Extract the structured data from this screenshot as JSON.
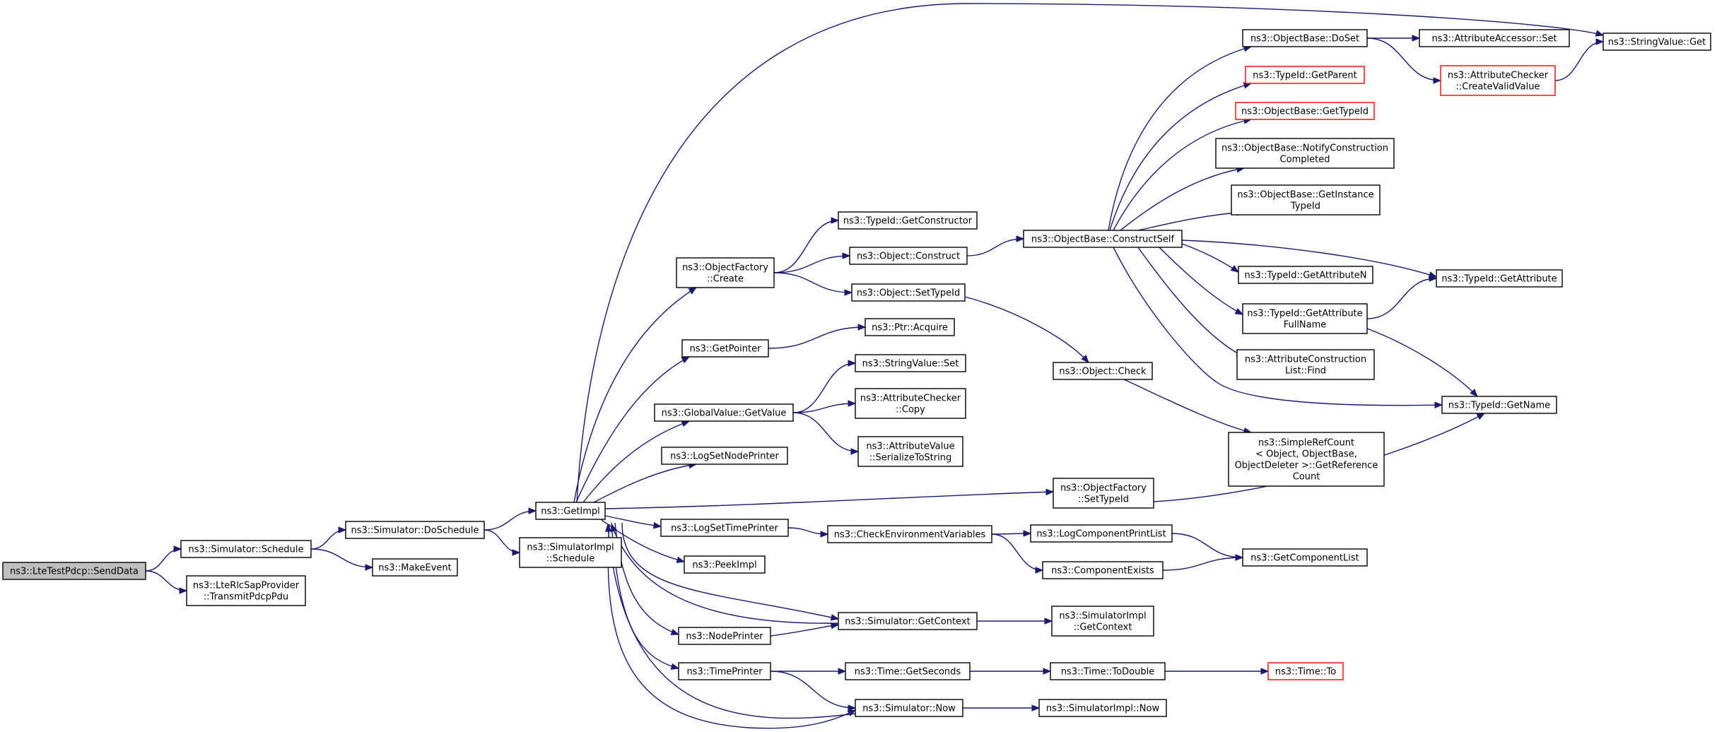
{
  "colors": {
    "edge": "#191970",
    "node_border": "#000000",
    "undocumented_border": "#ff0000",
    "root_fill": "#bfbfbf"
  },
  "nodes": {
    "sendData": {
      "lines": [
        "ns3::LteTestPdcp::SendData"
      ]
    },
    "schedule": {
      "lines": [
        "ns3::Simulator::Schedule"
      ]
    },
    "transmitPdcpPdu": {
      "lines": [
        "ns3::LteRlcSapProvider",
        "::TransmitPdcpPdu"
      ]
    },
    "doSchedule": {
      "lines": [
        "ns3::Simulator::DoSchedule"
      ]
    },
    "makeEvent": {
      "lines": [
        "ns3::MakeEvent"
      ]
    },
    "getImpl": {
      "lines": [
        "ns3::GetImpl"
      ]
    },
    "simImplSchedule": {
      "lines": [
        "ns3::SimulatorImpl",
        "::Schedule"
      ]
    },
    "stringValueGet": {
      "lines": [
        "ns3::StringValue::Get"
      ]
    },
    "objectFactoryCreate": {
      "lines": [
        "ns3::ObjectFactory",
        "::Create"
      ]
    },
    "getPointer": {
      "lines": [
        "ns3::GetPointer"
      ]
    },
    "globalValueGetValue": {
      "lines": [
        "ns3::GlobalValue::GetValue"
      ]
    },
    "logSetNodePrinter": {
      "lines": [
        "ns3::LogSetNodePrinter"
      ]
    },
    "objectFactorySetTypeId": {
      "lines": [
        "ns3::ObjectFactory",
        "::SetTypeId"
      ]
    },
    "logSetTimePrinter": {
      "lines": [
        "ns3::LogSetTimePrinter"
      ]
    },
    "peekImpl": {
      "lines": [
        "ns3::PeekImpl"
      ]
    },
    "simGetContext": {
      "lines": [
        "ns3::Simulator::GetContext"
      ]
    },
    "nodePrinter": {
      "lines": [
        "ns3::NodePrinter"
      ]
    },
    "timePrinter": {
      "lines": [
        "ns3::TimePrinter"
      ]
    },
    "simNow": {
      "lines": [
        "ns3::Simulator::Now"
      ]
    },
    "typeIdGetConstructor": {
      "lines": [
        "ns3::TypeId::GetConstructor"
      ]
    },
    "objectConstruct": {
      "lines": [
        "ns3::Object::Construct"
      ]
    },
    "objectSetTypeId": {
      "lines": [
        "ns3::Object::SetTypeId"
      ]
    },
    "ptrAcquire": {
      "lines": [
        "ns3::Ptr::Acquire"
      ]
    },
    "stringValueSet": {
      "lines": [
        "ns3::StringValue::Set"
      ]
    },
    "attrCheckerCopy": {
      "lines": [
        "ns3::AttributeChecker",
        "::Copy"
      ]
    },
    "attrValueSerialize": {
      "lines": [
        "ns3::AttributeValue",
        "::SerializeToString"
      ]
    },
    "checkEnvVars": {
      "lines": [
        "ns3::CheckEnvironmentVariables"
      ]
    },
    "timeGetSeconds": {
      "lines": [
        "ns3::Time::GetSeconds"
      ]
    },
    "objectBaseConstructSelf": {
      "lines": [
        "ns3::ObjectBase::ConstructSelf"
      ]
    },
    "objectCheck": {
      "lines": [
        "ns3::Object::Check"
      ]
    },
    "simImplGetContext": {
      "lines": [
        "ns3::SimulatorImpl",
        "::GetContext"
      ]
    },
    "timeToDouble": {
      "lines": [
        "ns3::Time::ToDouble"
      ]
    },
    "simImplNow": {
      "lines": [
        "ns3::SimulatorImpl::Now"
      ]
    },
    "logComponentPrintList": {
      "lines": [
        "ns3::LogComponentPrintList"
      ]
    },
    "componentExists": {
      "lines": [
        "ns3::ComponentExists"
      ]
    },
    "objectBaseDoSet": {
      "lines": [
        "ns3::ObjectBase::DoSet"
      ]
    },
    "typeIdGetParent": {
      "lines": [
        "ns3::TypeId::GetParent"
      ]
    },
    "objectBaseGetTypeId": {
      "lines": [
        "ns3::ObjectBase::GetTypeId"
      ]
    },
    "notifyConstruction": {
      "lines": [
        "ns3::ObjectBase::NotifyConstruction",
        "Completed"
      ]
    },
    "getInstanceTypeId": {
      "lines": [
        "ns3::ObjectBase::GetInstance",
        "TypeId"
      ]
    },
    "typeIdGetAttributeN": {
      "lines": [
        "ns3::TypeId::GetAttributeN"
      ]
    },
    "typeIdGetAttributeFullName": {
      "lines": [
        "ns3::TypeId::GetAttribute",
        "FullName"
      ]
    },
    "attrConstructionListFind": {
      "lines": [
        "ns3::AttributeConstruction",
        "List::Find"
      ]
    },
    "simpleRefCount": {
      "lines": [
        "ns3::SimpleRefCount",
        "< Object, ObjectBase,",
        " ObjectDeleter >::GetReference",
        "Count"
      ]
    },
    "getComponentList": {
      "lines": [
        "ns3::GetComponentList"
      ]
    },
    "timeTo": {
      "lines": [
        "ns3::Time::To"
      ]
    },
    "attrAccessorSet": {
      "lines": [
        "ns3::AttributeAccessor::Set"
      ]
    },
    "attrCheckerCreateValid": {
      "lines": [
        "ns3::AttributeChecker",
        "::CreateValidValue"
      ]
    },
    "typeIdGetAttribute": {
      "lines": [
        "ns3::TypeId::GetAttribute"
      ]
    },
    "typeIdGetName": {
      "lines": [
        "ns3::TypeId::GetName"
      ]
    }
  }
}
